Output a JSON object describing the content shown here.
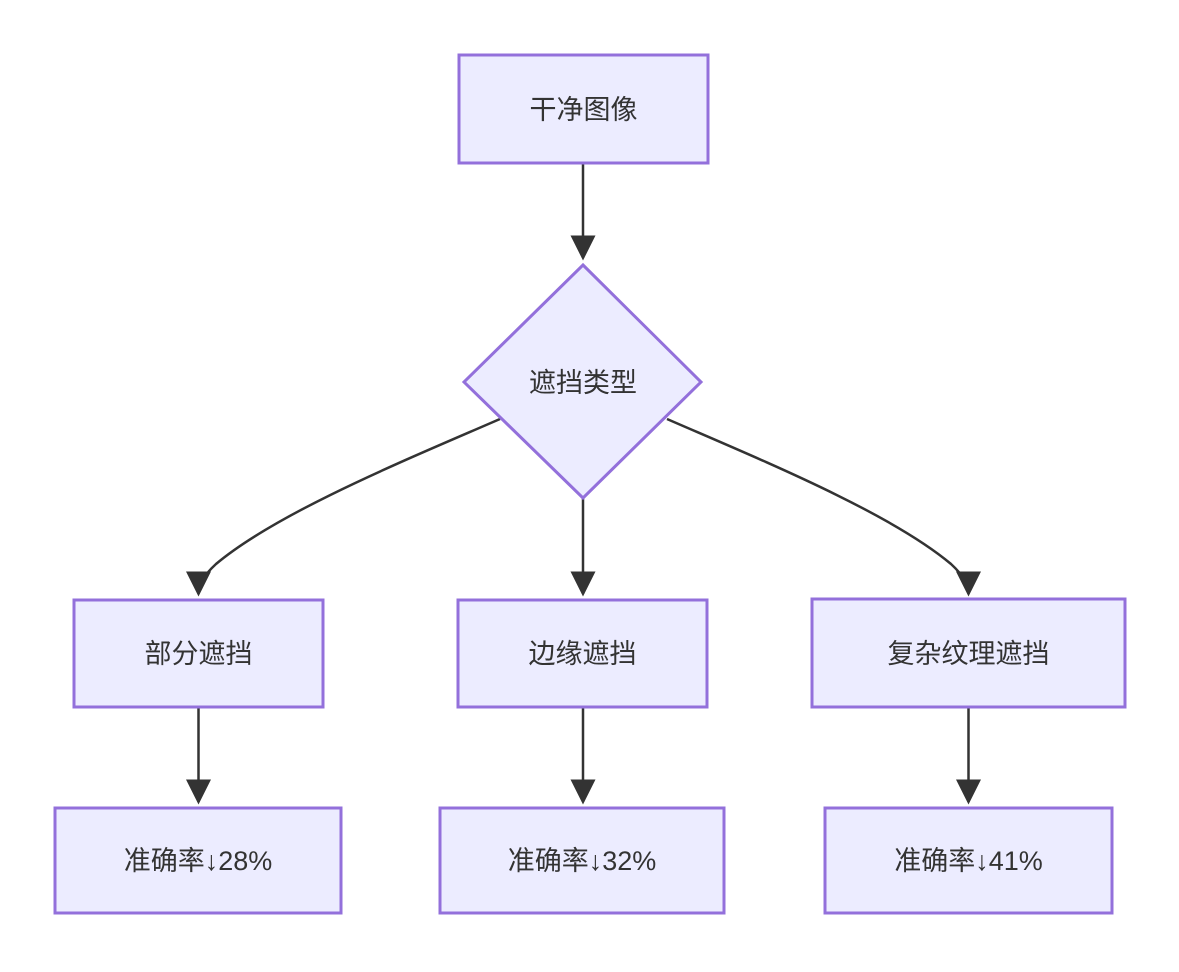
{
  "diagram": {
    "type": "flowchart",
    "direction": "top-down",
    "nodes": {
      "clean_image": {
        "label": "干净图像",
        "shape": "rectangle"
      },
      "occlusion_type": {
        "label": "遮挡类型",
        "shape": "diamond"
      },
      "partial_occlusion": {
        "label": "部分遮挡",
        "shape": "rectangle"
      },
      "edge_occlusion": {
        "label": "边缘遮挡",
        "shape": "rectangle"
      },
      "complex_texture_occlusion": {
        "label": "复杂纹理遮挡",
        "shape": "rectangle"
      },
      "accuracy_partial": {
        "label": "准确率↓28%",
        "shape": "rectangle"
      },
      "accuracy_edge": {
        "label": "准确率↓32%",
        "shape": "rectangle"
      },
      "accuracy_complex": {
        "label": "准确率↓41%",
        "shape": "rectangle"
      }
    },
    "edges": [
      {
        "from": "clean_image",
        "to": "occlusion_type"
      },
      {
        "from": "occlusion_type",
        "to": "partial_occlusion"
      },
      {
        "from": "occlusion_type",
        "to": "edge_occlusion"
      },
      {
        "from": "occlusion_type",
        "to": "complex_texture_occlusion"
      },
      {
        "from": "partial_occlusion",
        "to": "accuracy_partial"
      },
      {
        "from": "edge_occlusion",
        "to": "accuracy_edge"
      },
      {
        "from": "complex_texture_occlusion",
        "to": "accuracy_complex"
      }
    ],
    "colors": {
      "node_fill": "#ECECFF",
      "node_border": "#9370DB",
      "text": "#333333",
      "arrow": "#333333",
      "background": "#ffffff"
    }
  }
}
